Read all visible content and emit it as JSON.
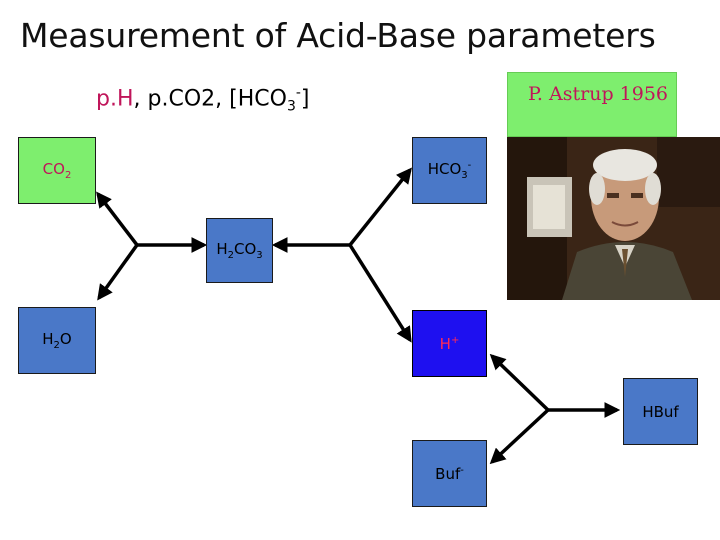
{
  "slide": {
    "title": "Measurement of  Acid-Base parameters",
    "subtitle": {
      "ph": "p.H",
      "rest": ", p.CO2, [HCO",
      "sub": "3",
      "sup": "-",
      "close": "]"
    },
    "credit": "P. Astrup 1956"
  },
  "nodes": {
    "co2": {
      "main": "CO",
      "sub": "2"
    },
    "hco3": {
      "main": "HCO",
      "sub": "3",
      "sup": "-"
    },
    "h2co3": {
      "a": "H",
      "sub1": "2",
      "b": "CO",
      "sub2": "3"
    },
    "h2o": {
      "a": "H",
      "sub": "2",
      "b": "O"
    },
    "hplus": {
      "main": "H",
      "sup": "+"
    },
    "hbuf": {
      "main": "HBuf"
    },
    "buf": {
      "main": "Buf",
      "sup": "-"
    }
  },
  "colors": {
    "green": "#7eee6e",
    "blue": "#4a78c8",
    "bright_blue": "#1e10f0",
    "magenta": "#c0155a",
    "red": "#ff2a55"
  },
  "icons": [
    "portrait-photo",
    "bidirectional-arrow"
  ]
}
